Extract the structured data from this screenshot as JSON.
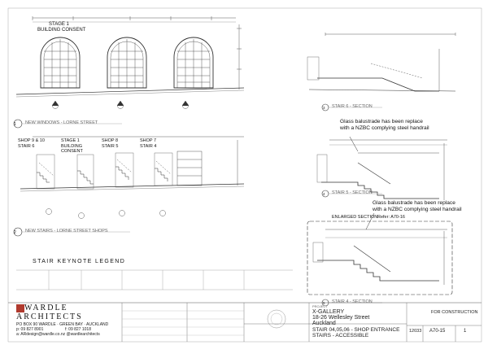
{
  "drawing": {
    "stage1_title": "STAGE 1",
    "stage1_subtitle": "BUILDING CONSENT",
    "view1": {
      "num": "1",
      "label": "NEW WINDOWS - LORNE STREET"
    },
    "view2": {
      "num": "2",
      "label": "NEW STAIRS - LORNE STREET SHOPS"
    },
    "shop_labels": [
      {
        "text": "SHOP 9 & 10\nSTAIR 6"
      },
      {
        "text": "STAGE 1\nBUILDING\nCONSENT"
      },
      {
        "text": "SHOP 8\nSTAIR 5"
      },
      {
        "text": "SHOP 7\nSTAIR 4"
      }
    ],
    "sections": [
      {
        "num": "3",
        "label": "STAIR 6 - SECTION"
      },
      {
        "num": "4",
        "label": "STAIR 5 - SECTION"
      },
      {
        "num": "5",
        "label": "STAIR 4 - SECTION"
      }
    ],
    "note1": "Glass balustrade has been replace with a NZBC complying steel handrail",
    "note2": "Glass balustrade has been replace with a NZBC complying steel handrail",
    "enlarged_label": "ENLARGED SECTION:",
    "enlarged_ref": "Refer: A70-16",
    "legend_title": "STAIR KEYNOTE LEGEND"
  },
  "title_block": {
    "firm_line1": "WARDLE",
    "firm_line2": "ARCHITECTS",
    "firm_address": "PO BOX 90 WARDLE · GREEN BAY · AUCKLAND",
    "firm_phone": "p: 09 827 8901",
    "firm_fax": "f: 09 827 1018",
    "firm_email": "a: ARdesign@wardle.co.nz   @wardlearchitects",
    "project_label": "PROJECT",
    "project_name": "X-GALLERY",
    "project_address1": "18-26 Wellesley Street",
    "project_address2": "Auckland",
    "drawing_title1": "STAIR 04,05,06 - SHOP ENTRANCE",
    "drawing_title2": "STAIRS - ACCESSIBLE",
    "status": "FOR CONSTRUCTION",
    "job_no": "12033",
    "sheet_no": "A70-15",
    "revision": "1"
  }
}
